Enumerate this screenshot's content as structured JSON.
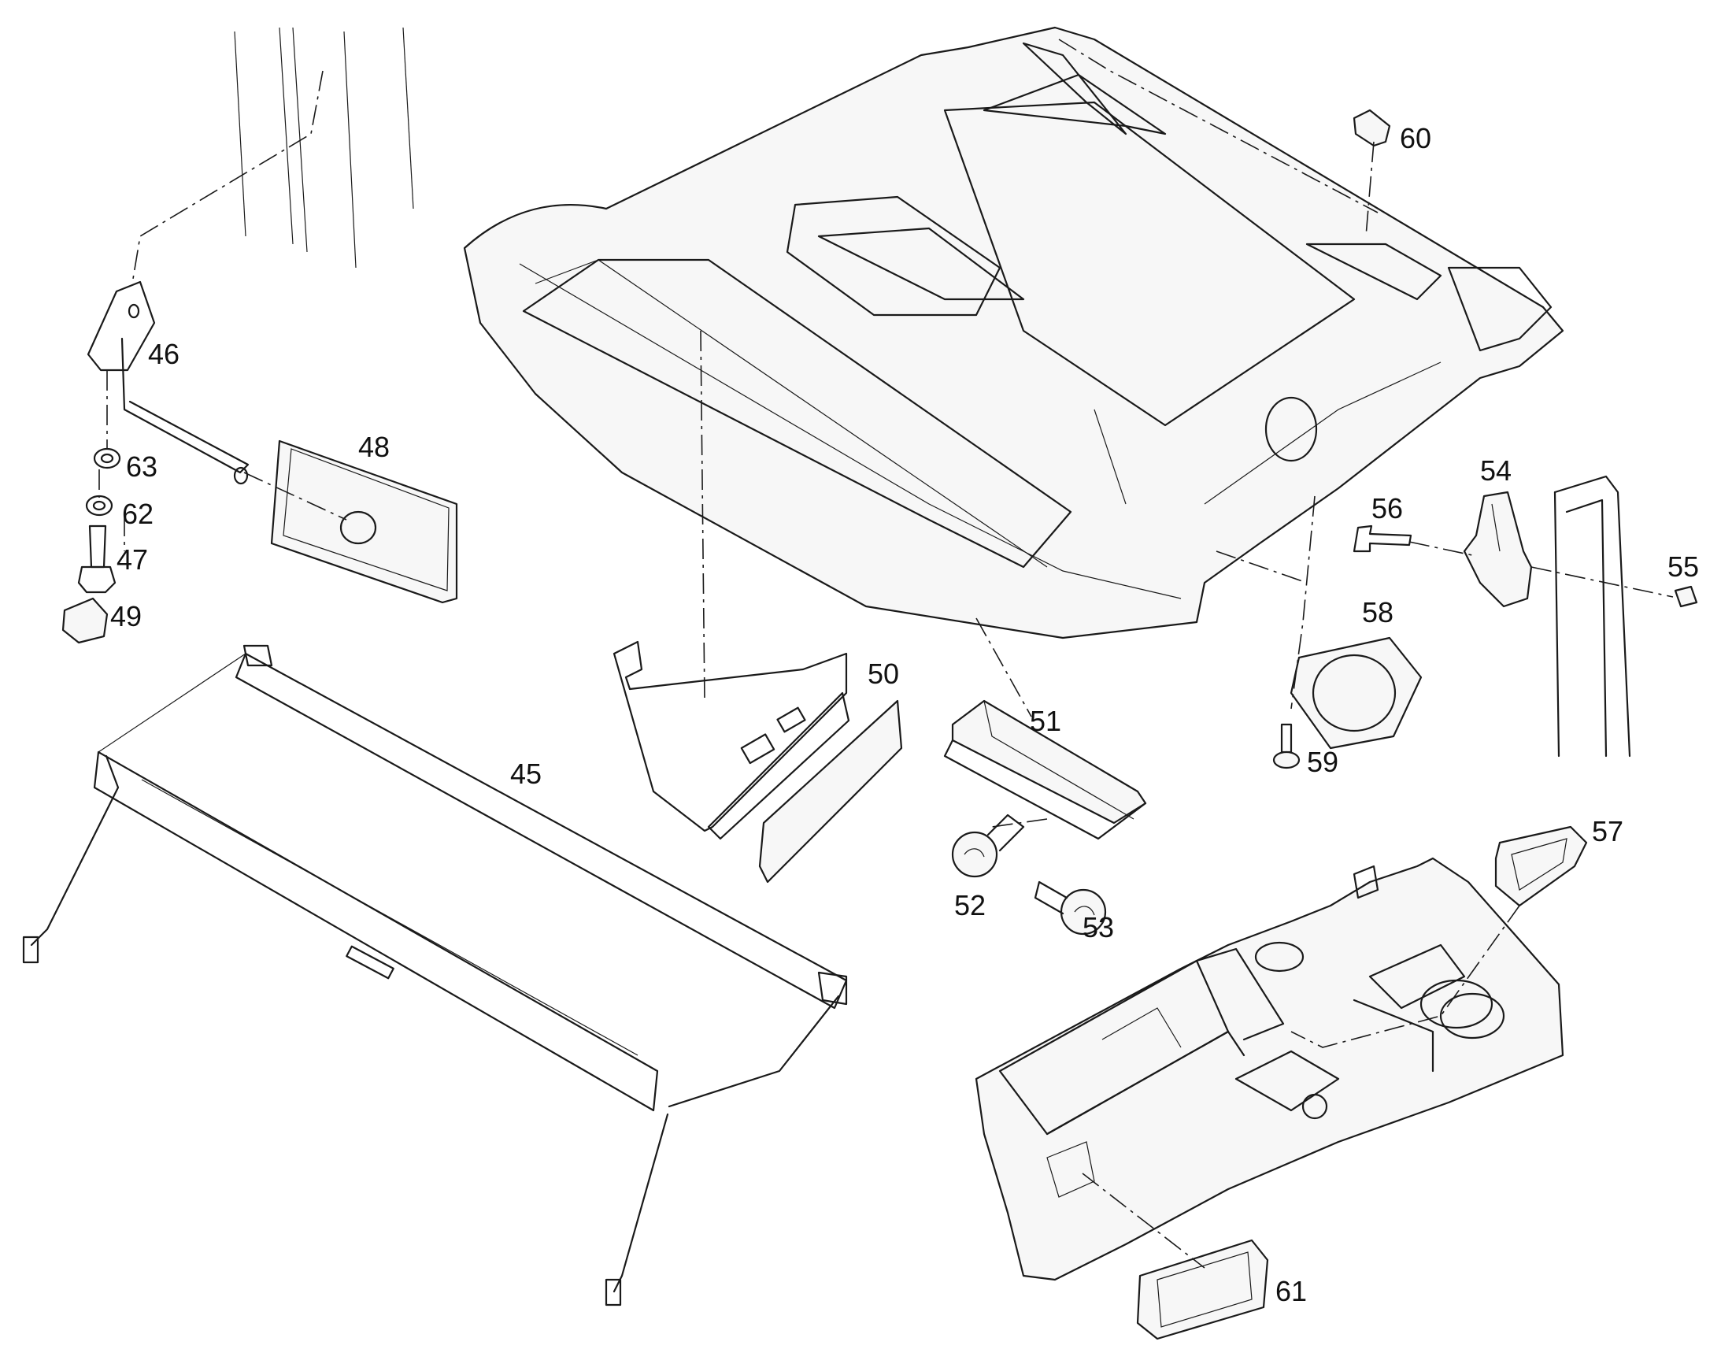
{
  "callouts": [
    "45",
    "46",
    "47",
    "48",
    "49",
    "50",
    "51",
    "52",
    "53",
    "54",
    "55",
    "56",
    "57",
    "58",
    "59",
    "60",
    "61",
    "62",
    "63"
  ]
}
